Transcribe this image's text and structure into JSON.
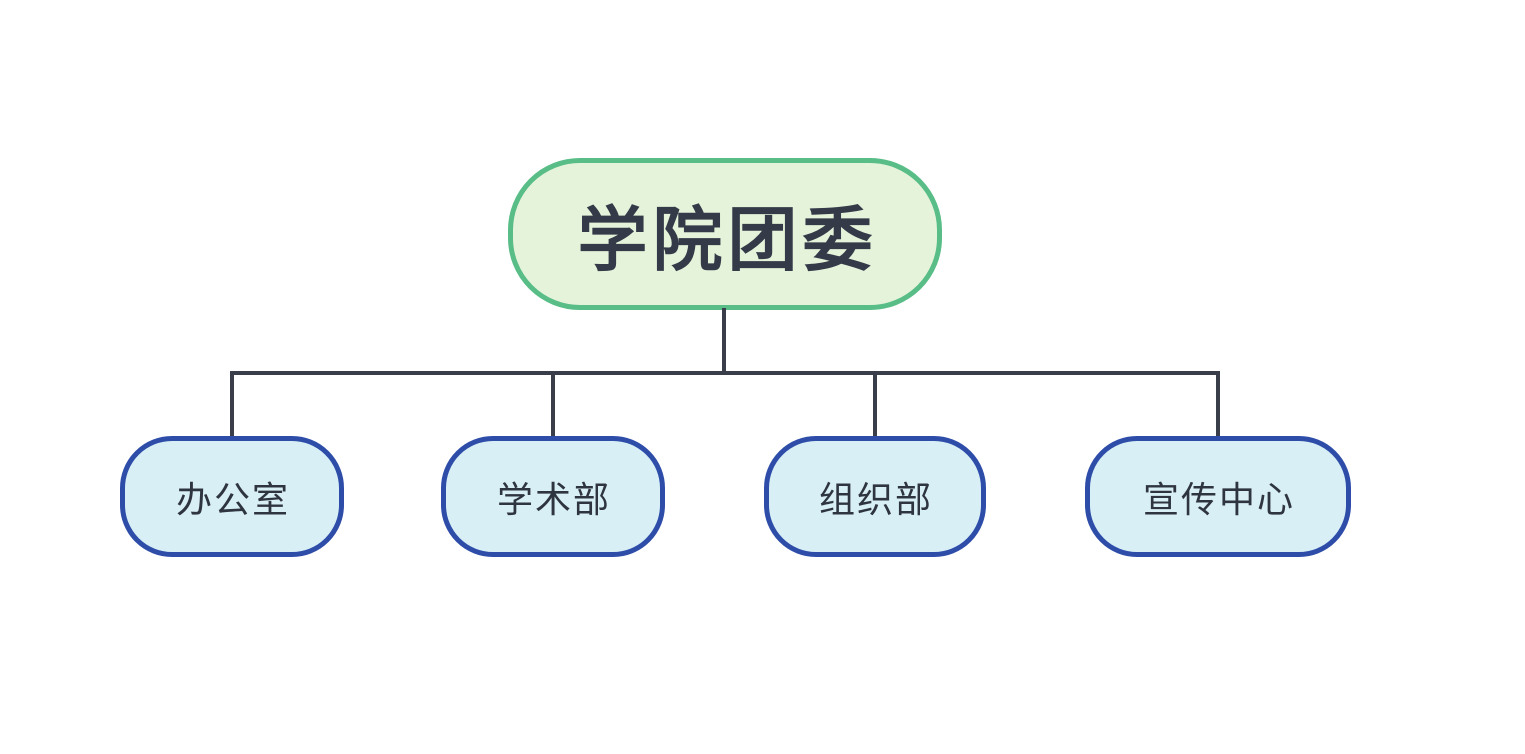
{
  "diagram": {
    "type": "org-chart",
    "root": {
      "label": "学院团委"
    },
    "children": [
      {
        "label": "办公室"
      },
      {
        "label": "学术部"
      },
      {
        "label": "组织部"
      },
      {
        "label": "宣传中心"
      }
    ]
  },
  "colors": {
    "background": "#ffffff",
    "root_fill": "#e5f3da",
    "root_border": "#58bd86",
    "root_text": "#343a48",
    "child_fill": "#d8eff6",
    "child_border": "#2d4da9",
    "child_text": "#2e3440",
    "connector": "#3a3e4b"
  }
}
